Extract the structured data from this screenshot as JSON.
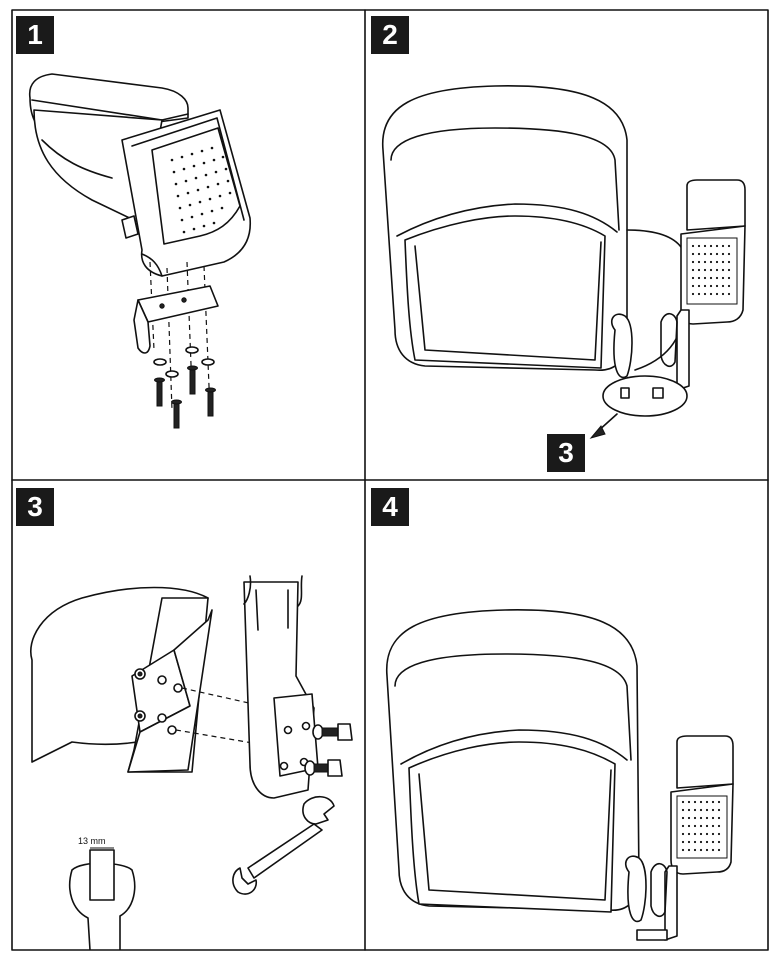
{
  "steps": [
    {
      "number": "1",
      "icon": "armrest-bracket-screws-icon"
    },
    {
      "number": "2",
      "icon": "armrest-on-seat-icon"
    },
    {
      "number": "3",
      "icon": "bolt-and-wrench-icon"
    },
    {
      "number": "4",
      "icon": "installed-armrest-icon"
    }
  ],
  "callout": {
    "number": "3"
  },
  "wrench_size_label": "13 mm"
}
